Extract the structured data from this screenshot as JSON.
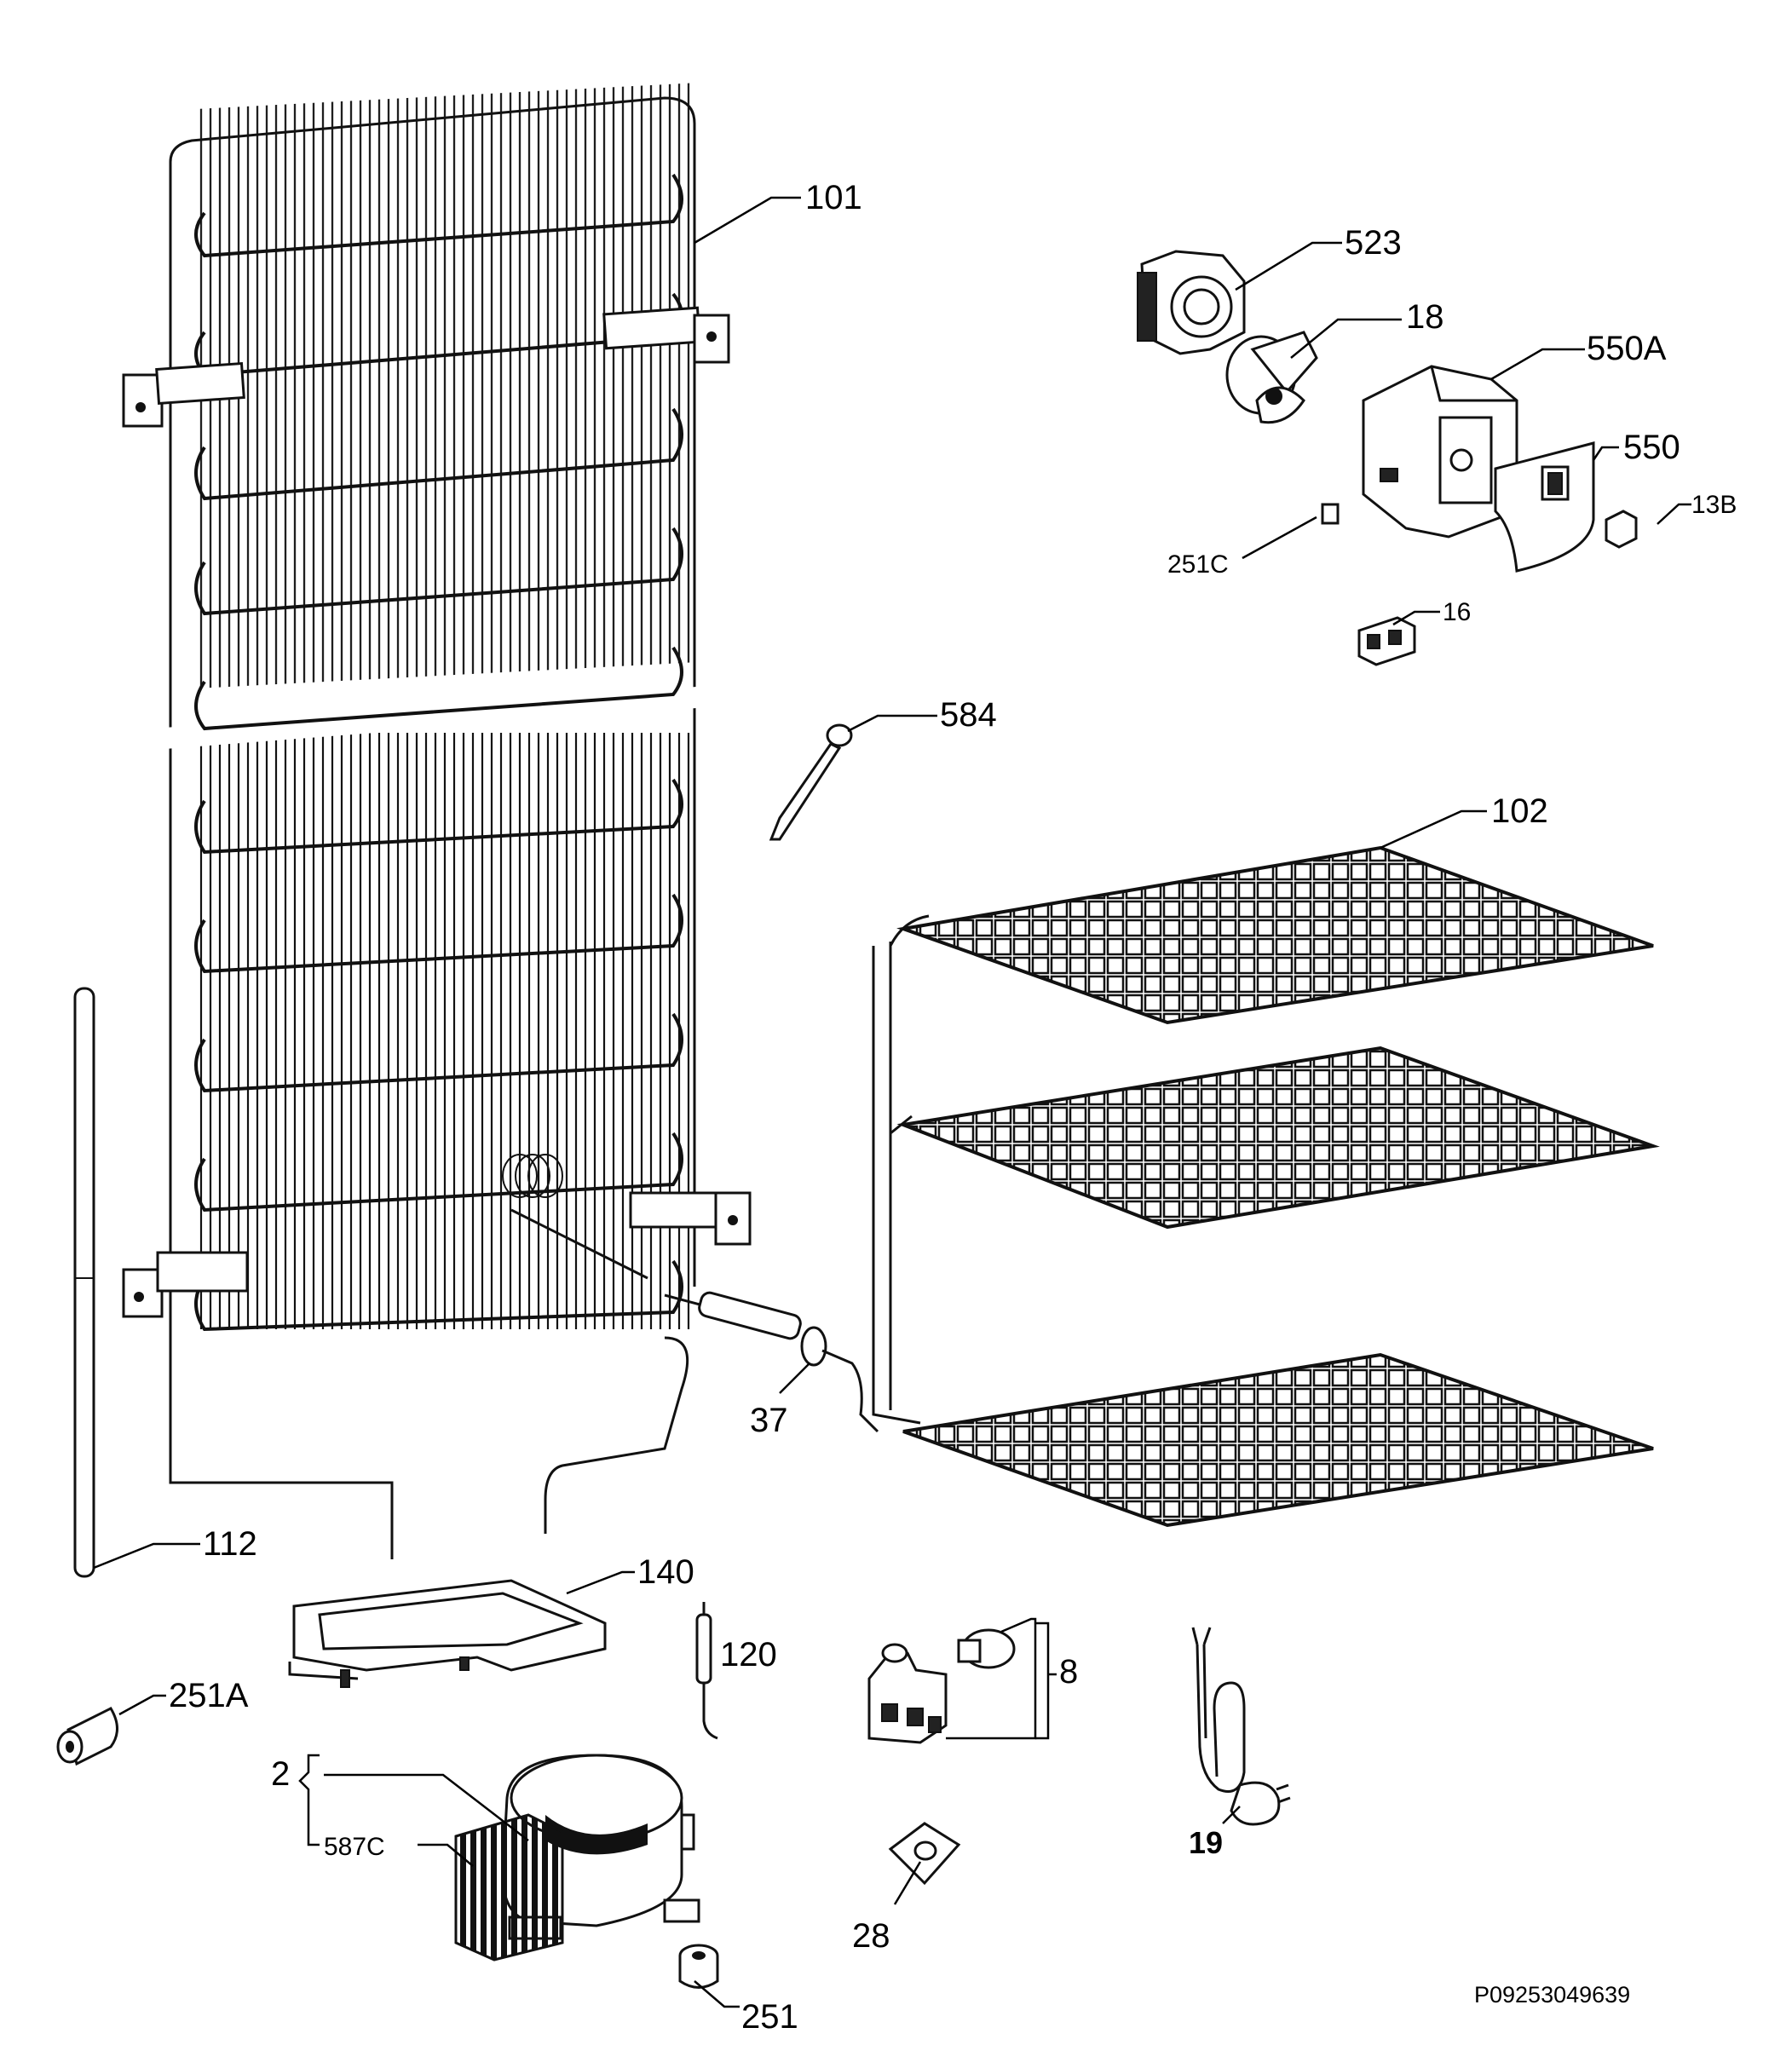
{
  "diagram": {
    "reference_code": "P09253049639",
    "parts": {
      "p101": "101",
      "p102": "102",
      "p112": "112",
      "p140": "140",
      "p120": "120",
      "p251a": "251A",
      "p2": "2",
      "p587c": "587C",
      "p251": "251",
      "p37": "37",
      "p584": "584",
      "p8": "8",
      "p28": "28",
      "p19": "19",
      "p523": "523",
      "p18": "18",
      "p550a": "550A",
      "p550": "550",
      "p13b": "13B",
      "p251c": "251C",
      "p16": "16"
    }
  }
}
